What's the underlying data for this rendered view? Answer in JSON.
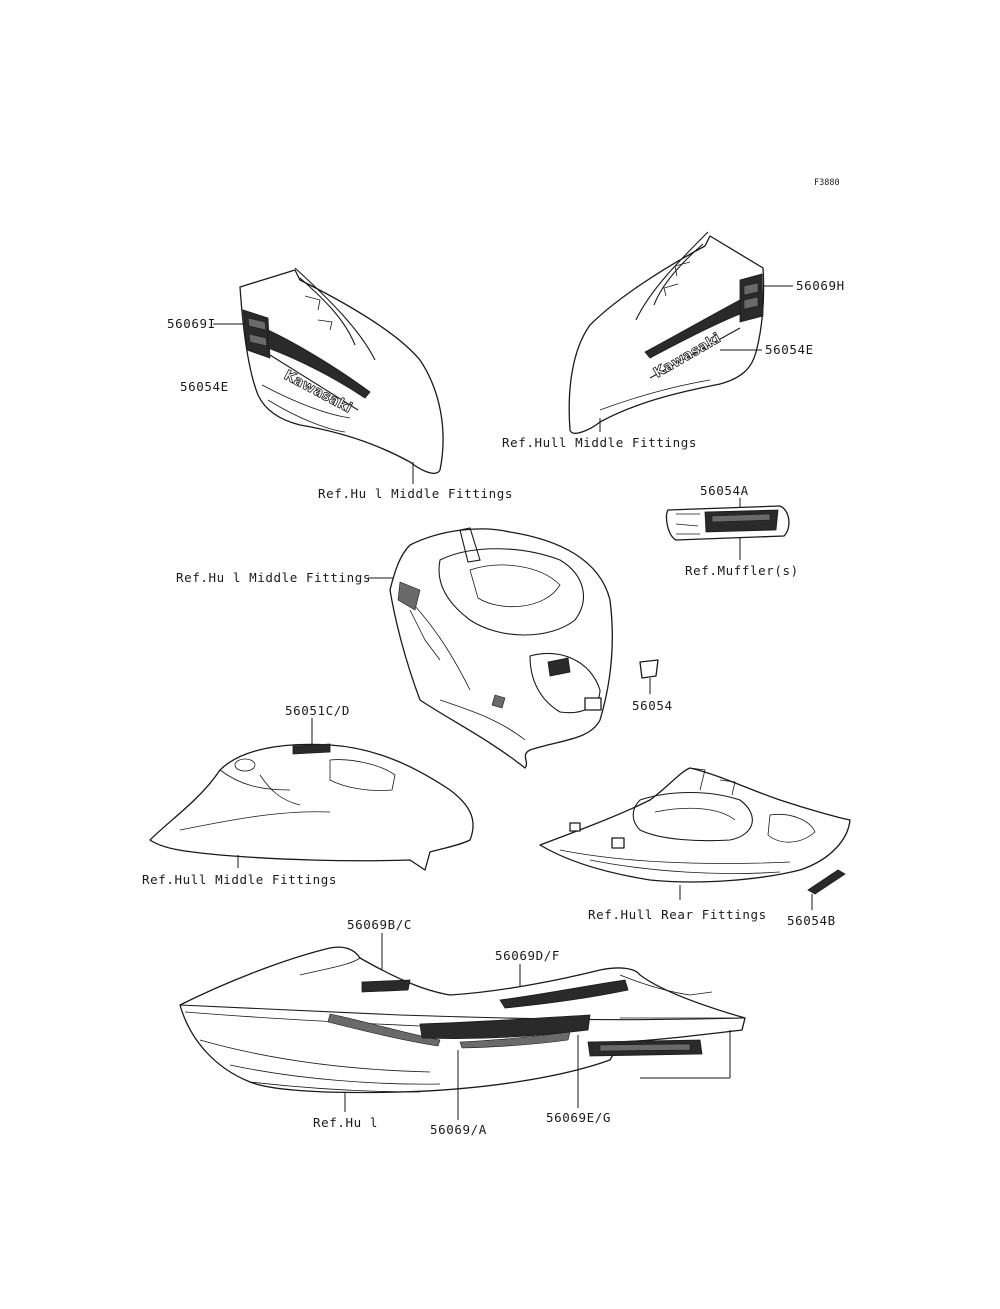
{
  "figure_code": "F3880",
  "callouts": {
    "p56069I": "56069I",
    "p56054E_left": "56054E",
    "p56069H": "56069H",
    "p56054E_right": "56054E",
    "p56054A": "56054A",
    "p56054": "56054",
    "p56051CD": "56051C/D",
    "p56054B": "56054B",
    "p56069BC": "56069B/C",
    "p56069DF": "56069D/F",
    "p56069A": "56069/A",
    "p56069EG": "56069E/G"
  },
  "references": {
    "ref_hull_middle_left": "Ref.Hu l Middle Fittings",
    "ref_hull_middle_right": "Ref.Hull Middle Fittings",
    "ref_hull_middle_deck": "Ref.Hu l Middle Fittings",
    "ref_hull_middle_cover": "Ref.Hull Middle Fittings",
    "ref_mufflers": "Ref.Muffler(s)",
    "ref_hull_rear": "Ref.Hull Rear Fittings",
    "ref_hull": "Ref.Hu l"
  },
  "decals": {
    "brand_left": "Kawasaki",
    "brand_right": "Kawasaki"
  }
}
